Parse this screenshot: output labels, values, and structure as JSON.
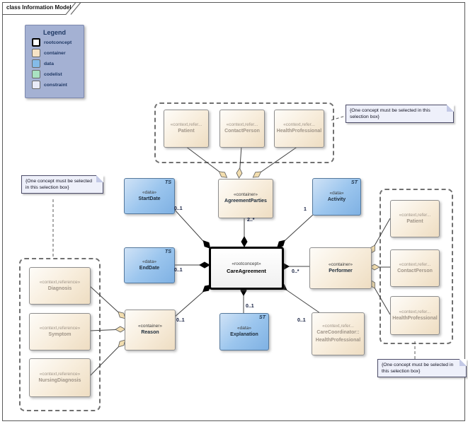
{
  "frame": {
    "title": "class Information Model"
  },
  "legend": {
    "title": "Legend",
    "items": [
      {
        "label": "rootconcept",
        "color": "#ffffff"
      },
      {
        "label": "container",
        "color": "#f6e3c6"
      },
      {
        "label": "data",
        "color": "#84bbe8"
      },
      {
        "label": "codelist",
        "color": "#a9e2c1"
      },
      {
        "label": "constraint",
        "color": "#e9ebf8"
      }
    ]
  },
  "notes": {
    "top_right": "{One concept must be selected in this selection box}",
    "left": "{One concept must be selected in this selection box}",
    "bottom_right": "{One concept must be selected in this selection box}"
  },
  "nodes": {
    "care_agreement": {
      "stereotype": "«rootconcept»",
      "name": "CareAgreement"
    },
    "agreement_parties": {
      "stereotype": "«container»",
      "name": "AgreementParties"
    },
    "performer": {
      "stereotype": "«container»",
      "name": "Performer"
    },
    "reason": {
      "stereotype": "«container»",
      "name": "Reason"
    },
    "start_date": {
      "stereotype": "«data»",
      "name": "StartDate",
      "tag": "TS"
    },
    "end_date": {
      "stereotype": "«data»",
      "name": "EndDate",
      "tag": "TS"
    },
    "activity": {
      "stereotype": "«data»",
      "name": "Activity",
      "tag": "ST"
    },
    "explanation": {
      "stereotype": "«data»",
      "name": "Explanation",
      "tag": "ST"
    },
    "party_patient": {
      "stereotype": "«context,refer...",
      "name": "Patient"
    },
    "party_contact_person": {
      "stereotype": "«context,refer...",
      "name": "ContactPerson"
    },
    "party_health_professional": {
      "stereotype": "«context,refer...",
      "name": "HealthProfessional"
    },
    "performer_patient": {
      "stereotype": "«context,refer...",
      "name": "Patient"
    },
    "performer_contact_person": {
      "stereotype": "«context,refer...",
      "name": "ContactPerson"
    },
    "performer_health_professional": {
      "stereotype": "«context,refer...",
      "name": "HealthProfessional"
    },
    "diagnosis": {
      "stereotype": "«context,reference»",
      "name": "Diagnosis"
    },
    "symptom": {
      "stereotype": "«context,reference»",
      "name": "Symptom"
    },
    "nursing_diagnosis": {
      "stereotype": "«context,reference»",
      "name": "NursingDiagnosis"
    },
    "care_coordinator": {
      "stereotype": "«context,refer...",
      "name_line1": "CareCoordinator::",
      "name_line2": "HealthProfessional"
    }
  },
  "multiplicities": {
    "agreement_parties": "2..*",
    "start_date": "0..1",
    "end_date": "0..1",
    "activity": "1",
    "performer": "0..*",
    "reason": "0..1",
    "explanation": "0..1",
    "care_coordinator": "0..1"
  },
  "colors": {
    "legend_bg": "#a4b1d3",
    "note_bg": "#eef0fa",
    "container_fill": "#f3e2c8",
    "data_fill": "#8abde9",
    "line": "#404040",
    "aggregation_diamond": "#f2ddae",
    "composition_diamond": "#000000"
  }
}
